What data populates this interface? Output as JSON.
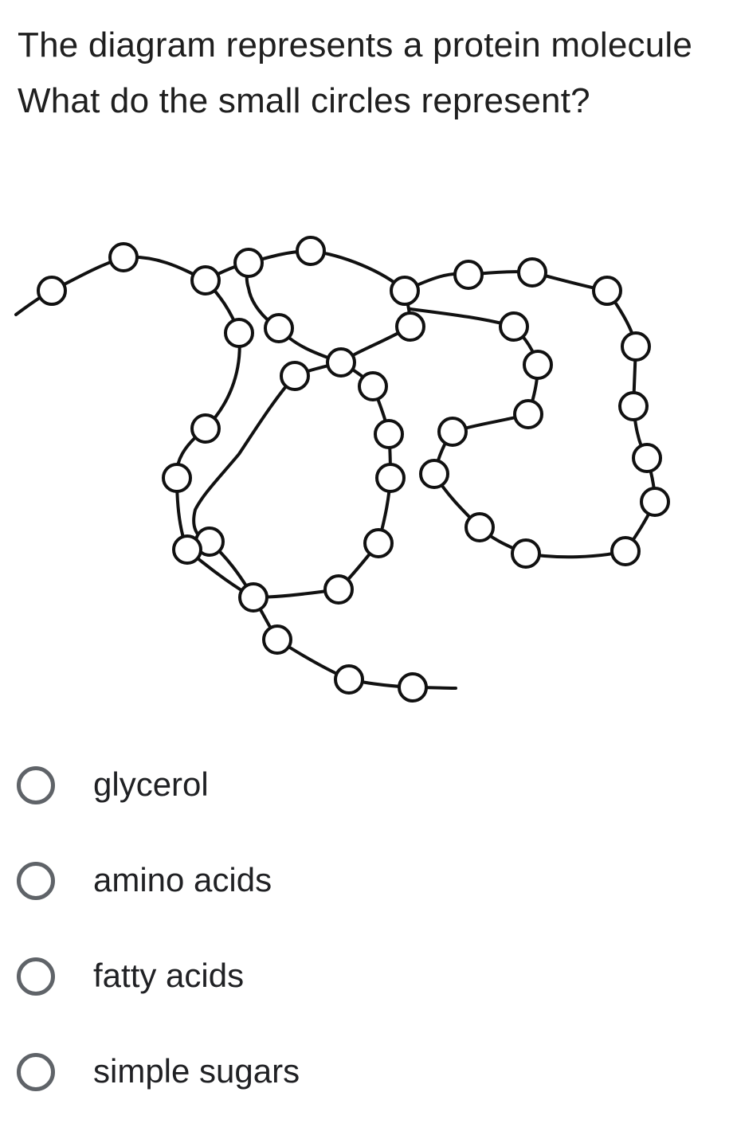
{
  "question": {
    "line1": "The diagram represents a protein molecule",
    "line2": "What do the small circles represent?"
  },
  "options": [
    {
      "label": "glycerol"
    },
    {
      "label": "amino acids"
    },
    {
      "label": "fatty acids"
    },
    {
      "label": "simple sugars"
    }
  ],
  "colors": {
    "text": "#1f1f1f",
    "radio_border": "#5f6368",
    "diagram_stroke": "#111111"
  }
}
